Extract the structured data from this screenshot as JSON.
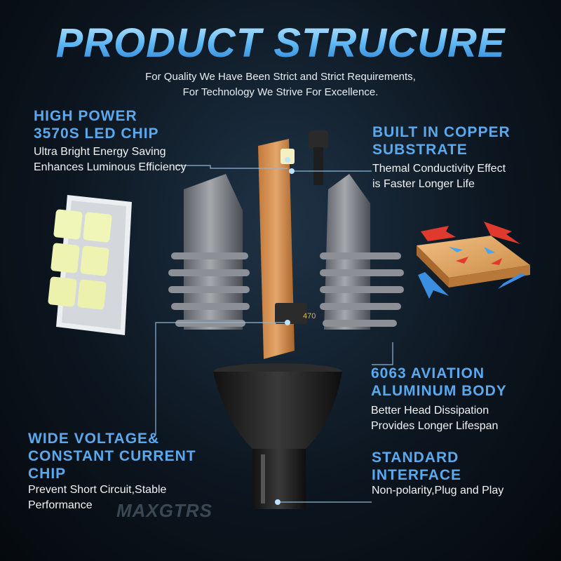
{
  "header": {
    "title": "PRODUCT STRUCURE",
    "subtitle_line1": "For Quality We Have Been Strict and Strict Requirements,",
    "subtitle_line2": "For Technology We Strive For Excellence."
  },
  "features": {
    "led_chip": {
      "heading_line1": "HIGH POWER",
      "heading_line2": "3570S LED CHIP",
      "desc_line1": "Ultra Bright Energy Saving",
      "desc_line2": "Enhances Luminous Efficiency"
    },
    "copper": {
      "heading_line1": "BUILT IN COPPER",
      "heading_line2": "SUBSTRATE",
      "desc_line1": "Themal Conductivity Effect",
      "desc_line2": "is Faster Longer Life"
    },
    "aluminum": {
      "heading_line1": "6063 AVIATION",
      "heading_line2": "ALUMINUM BODY",
      "desc_line1": "Better Head Dissipation",
      "desc_line2": "Provides Longer Lifespan"
    },
    "voltage": {
      "heading_line1": "WIDE VOLTAGE&",
      "heading_line2": "CONSTANT CURRENT",
      "heading_line3": "CHIP",
      "desc_line1": "Prevent Short Circuit,Stable",
      "desc_line2": "Performance"
    },
    "interface": {
      "heading_line1": "STANDARD",
      "heading_line2": "INTERFACE",
      "desc_line1": "Non-polarity,Plug and Play"
    }
  },
  "brand": "MAXGTRS",
  "chip_marking": "470",
  "colors": {
    "heading": "#5aa9ef",
    "title_gradient_top": "#c9ecff",
    "title_gradient_bottom": "#2a7fd0",
    "copper_plate": "#e0a25a",
    "arrow_red": "#e03a2e",
    "arrow_blue": "#3b8fe0"
  }
}
